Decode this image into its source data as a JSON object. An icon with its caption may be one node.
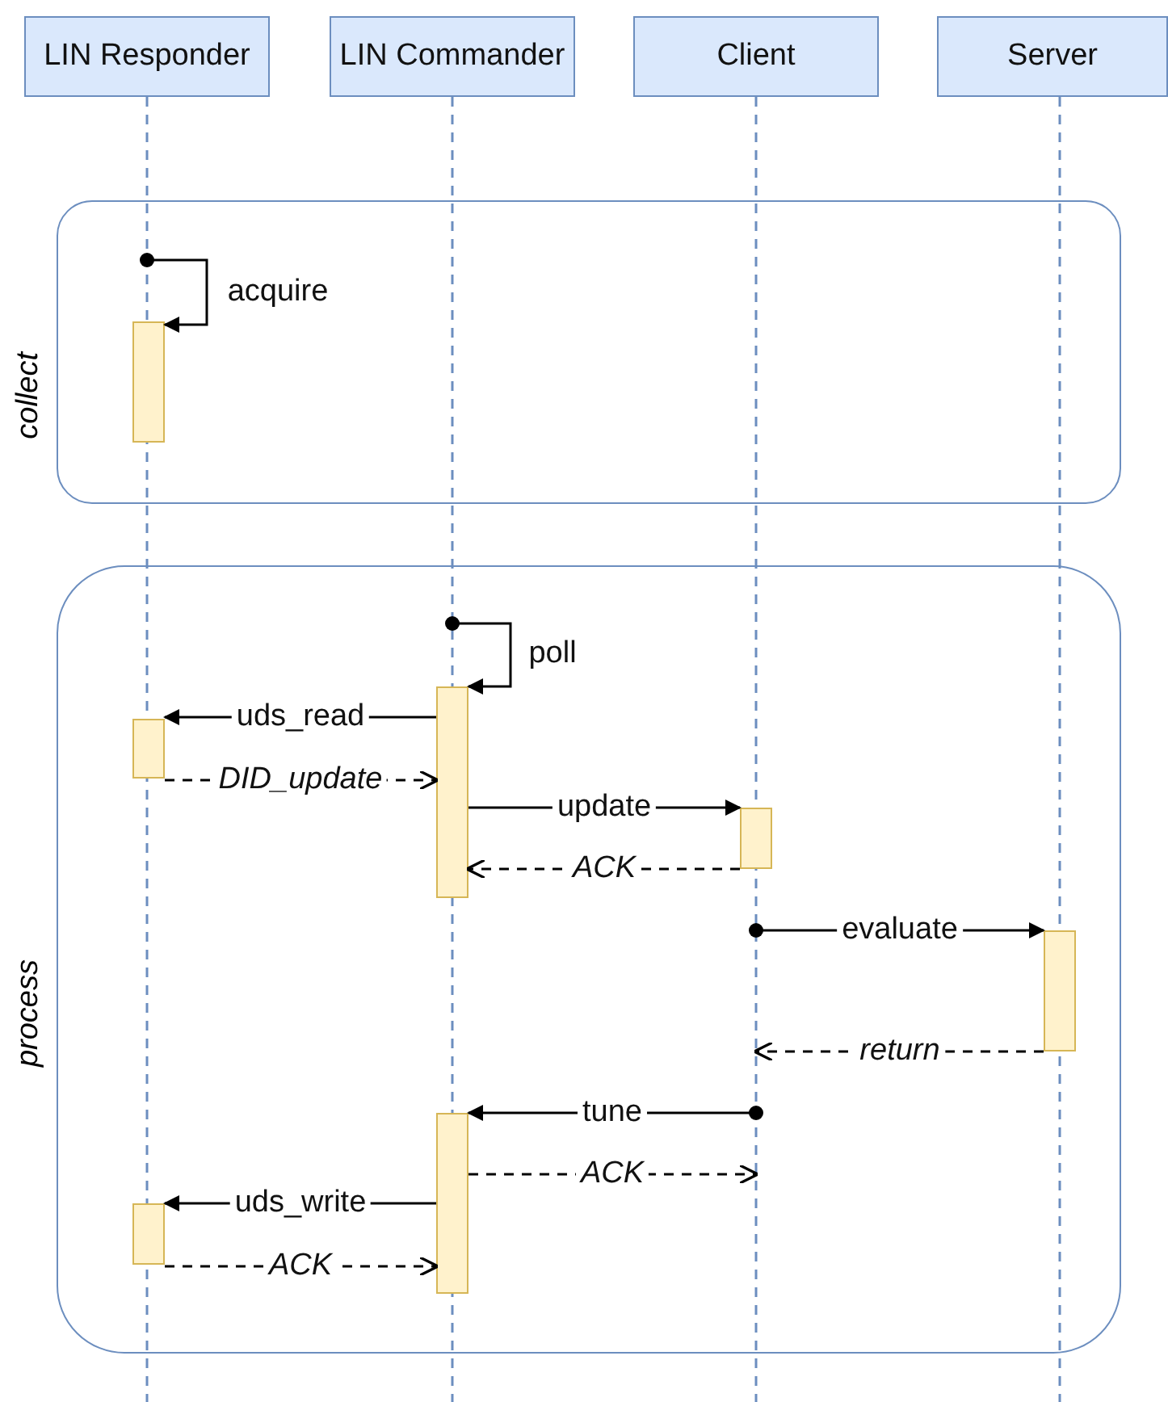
{
  "diagram": {
    "nodes": [
      {
        "text": [
          "LIN Responder"
        ]
      },
      {
        "text": [
          "LIN Commander"
        ]
      },
      {
        "text": [
          "Client"
        ]
      },
      {
        "text": [
          "Server"
        ]
      },
      {
        "text": [
          "collect"
        ]
      },
      {
        "text": [],
        "shape": "bar",
        "in": 4
      },
      {
        "text": [
          "process"
        ]
      },
      {
        "text": [],
        "shape": "bar",
        "in": 6
      },
      {
        "text": [],
        "shape": "bar",
        "in": 6
      },
      {
        "text": [],
        "shape": "bar",
        "in": 6
      },
      {
        "text": [],
        "shape": "bar",
        "in": 6
      },
      {
        "text": [],
        "shape": "bar",
        "in": 6
      },
      {
        "text": [],
        "shape": "bar",
        "in": 6
      }
    ],
    "edges": [
      {
        "from": null,
        "to": 5,
        "arrow": "to",
        "label": "acquire"
      },
      {
        "from": null,
        "to": 7,
        "arrow": "to",
        "label": "poll"
      },
      {
        "from": 7,
        "to": 8,
        "arrow": "to",
        "label": "uds_read"
      },
      {
        "from": 8,
        "to": 7,
        "arrow": "to",
        "label": "DID_update",
        "style": "dashed"
      },
      {
        "from": 7,
        "to": 9,
        "arrow": "to",
        "label": "update"
      },
      {
        "from": 9,
        "to": 7,
        "arrow": "to",
        "label": "ACK",
        "style": "dashed"
      },
      {
        "from": null,
        "to": 10,
        "arrow": "to",
        "label": "evaluate"
      },
      {
        "from": 10,
        "to": null,
        "arrow": "to",
        "label": "return",
        "style": "dashed"
      },
      {
        "from": null,
        "to": 11,
        "arrow": "to",
        "label": "tune"
      },
      {
        "from": 11,
        "to": null,
        "arrow": "to",
        "label": "ACK",
        "style": "dashed"
      },
      {
        "from": 11,
        "to": 12,
        "arrow": "to",
        "label": "uds_write"
      },
      {
        "from": 12,
        "to": 11,
        "arrow": "to",
        "label": "ACK",
        "style": "dashed"
      }
    ]
  }
}
